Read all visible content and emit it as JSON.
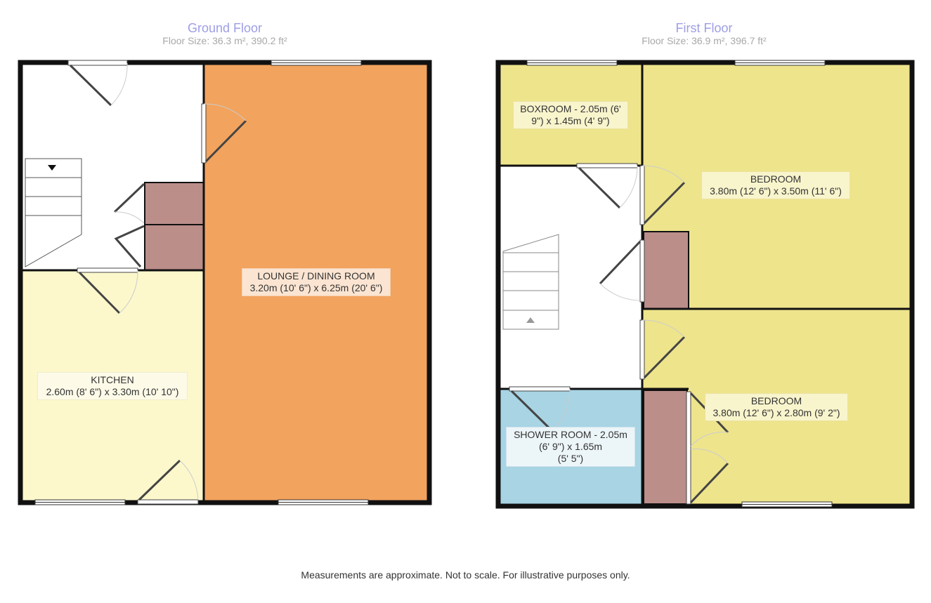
{
  "floors": [
    {
      "title": "Ground Floor",
      "size": "Floor Size: 36.3 m², 390.2 ft²",
      "rooms": [
        {
          "name": "LOUNGE / DINING ROOM",
          "dims": "3.20m (10' 6\") x 6.25m (20' 6\")",
          "color": "#f2a35e"
        },
        {
          "name": "KITCHEN",
          "dims": "2.60m (8' 6\") x 3.30m (10' 10\")",
          "color": "#fcf8cc"
        }
      ]
    },
    {
      "title": "First Floor",
      "size": "Floor Size: 36.9 m², 396.7 ft²",
      "rooms": [
        {
          "name": "BOXROOM - 2.05m (6'",
          "dims": "9\") x 1.45m (4' 9\")",
          "color": "#eee48c"
        },
        {
          "name": "BEDROOM",
          "dims": "3.80m (12' 6\") x 3.50m (11' 6\")",
          "color": "#eee48c"
        },
        {
          "name": "BEDROOM",
          "dims": "3.80m (12' 6\") x 2.80m (9' 2\")",
          "color": "#eee48c"
        },
        {
          "name": "SHOWER ROOM - 2.05m",
          "dims": "(6' 9\") x 1.65m",
          "dims2": "(5' 5\")",
          "color": "#a8d4e4"
        }
      ]
    }
  ],
  "footer": "Measurements are approximate. Not to scale. For illustrative purposes only.",
  "colors": {
    "wall": "#111111",
    "storage": "#bb8e8a",
    "hall": "#ffffff"
  }
}
